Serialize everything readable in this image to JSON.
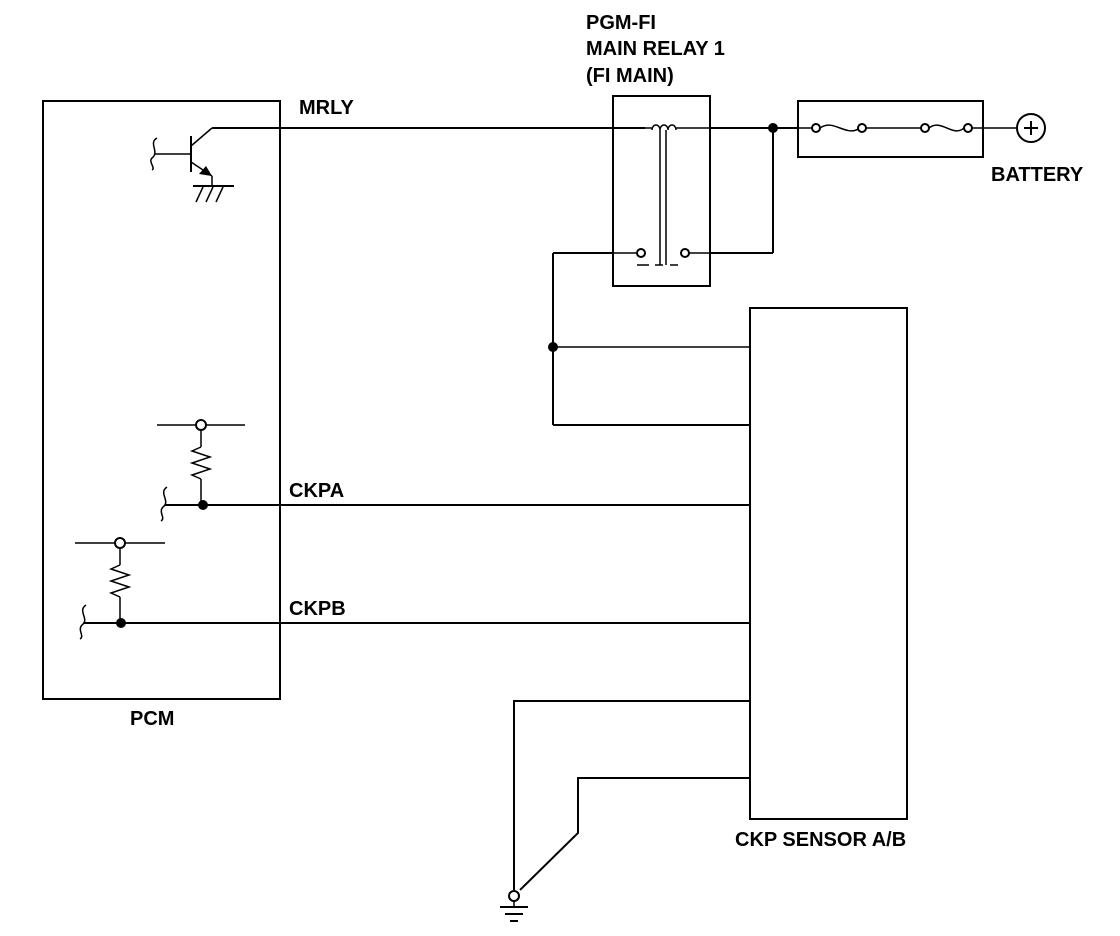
{
  "labels": {
    "relay_line1": "PGM-FI",
    "relay_line2": "MAIN RELAY 1",
    "relay_line3": "(FI MAIN)",
    "mrly": "MRLY",
    "battery": "BATTERY",
    "ckpa": "CKPA",
    "ckpb": "CKPB",
    "pcm": "PCM",
    "sensor": "CKP SENSOR A/B"
  },
  "symbols": {
    "battery_terminal": "plus-icon",
    "ground": "ground-icon",
    "chassis_ground": "chassis-ground-icon"
  }
}
